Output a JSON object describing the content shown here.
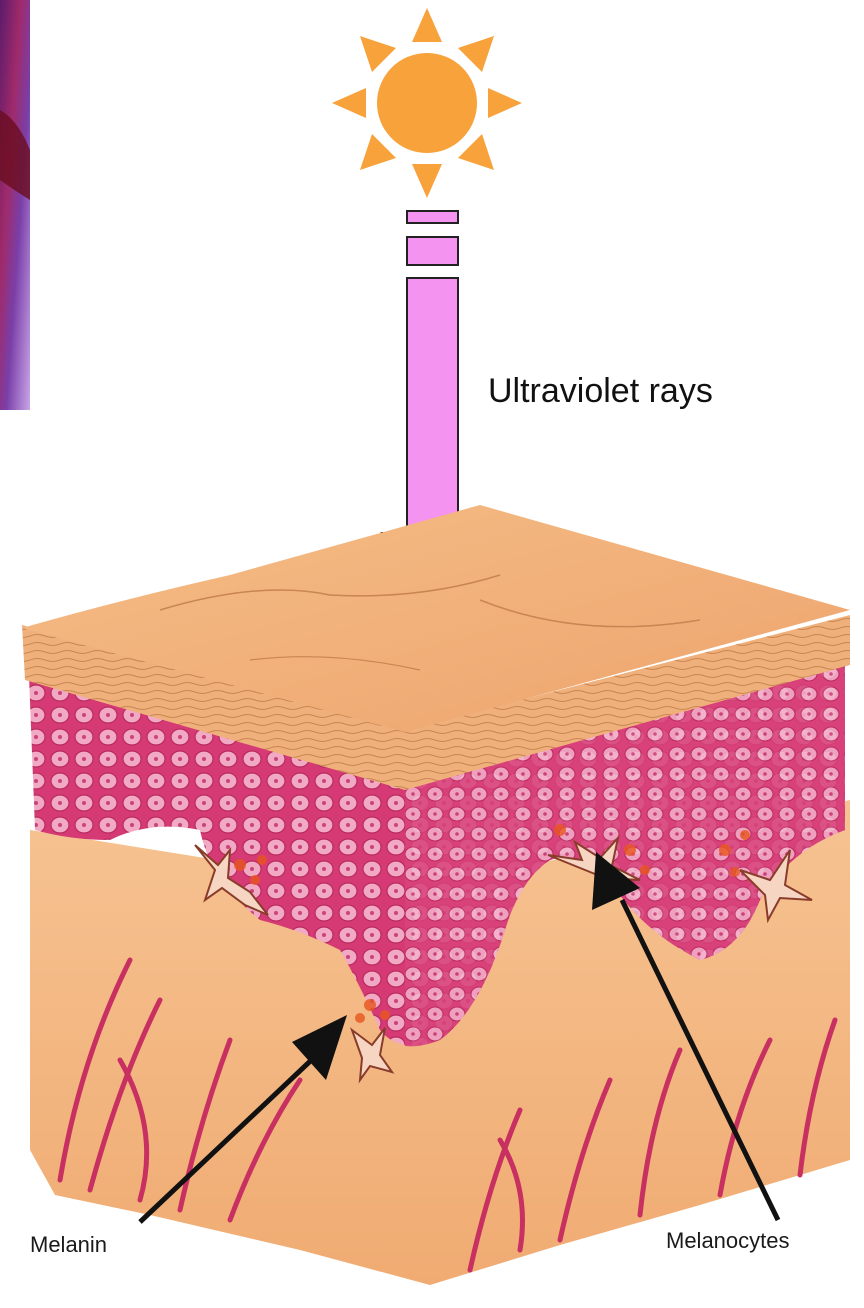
{
  "labels": {
    "uv_rays": "Ultraviolet rays",
    "melanin": "Melanin",
    "melanocytes": "Melanocytes"
  },
  "colors": {
    "sun": "#f7a23b",
    "uv_arrow": "#f494f0",
    "epidermis_cells": "#d93f78",
    "cell_interior": "#f0a9c0",
    "dermis": "#f4b77d",
    "surface": "#f3b07a",
    "blood_vessels": "#c73060",
    "melanocyte": "#f6d6c2",
    "background_photo": "#8a2d8a"
  },
  "icons": {
    "sun": "sun-icon",
    "uv_arrow": "down-arrow-icon"
  }
}
